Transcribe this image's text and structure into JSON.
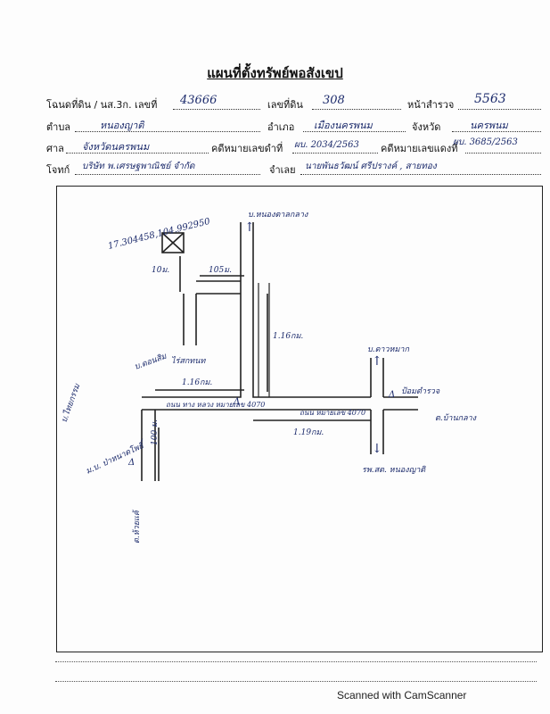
{
  "title": "แผนที่ตั้งทรัพย์พอสังเขป",
  "rows": {
    "row1": {
      "l1": "โฉนดที่ดิน / นส.3ก. เลขที่",
      "v1": "43666",
      "l2": "เลขที่ดิน",
      "v2": "308",
      "l3": "หน้าสำรวจ",
      "v3": "5563"
    },
    "row2": {
      "l1": "ตำบล",
      "v1": "หนองญาติ",
      "l2": "อำเภอ",
      "v2": "เมืองนครพนม",
      "l3": "จังหวัด",
      "v3": "นครพนม"
    },
    "row3": {
      "l1": "ศาล",
      "v1": "จังหวัดนครพนม",
      "l2": "คดีหมายเลขดำที่",
      "v2": "ผบ. 2034/2563",
      "l3": "คดีหมายเลขแดงที่",
      "v3": "ผบ. 3685/2563"
    },
    "row4": {
      "l1": "โจทก์",
      "v1": "บริษัท พ.เศรษฐพาณิชย์ จำกัด",
      "l2": "จำเลย",
      "v2": "นายพันธวัฒน์ ศรีปรางค์ , สายทอง"
    }
  },
  "map": {
    "coords": "17.304458,104.992950",
    "r_north": "บ.หนองตาลกลาง",
    "dist_10m": "10ม.",
    "dist_105m": "105ม.",
    "dist_116_v": "1.16กม.",
    "dist_116_h": "1.16กม.",
    "dist_119": "1.19กม.",
    "dist_100": "100 ม.",
    "village_left": "บ.ดอนสิม",
    "mark_a": "ไร่สกทนท",
    "road_name": "ถนน ทาง หลวง หมายเลข 4070",
    "road_name2": "ถนน หมายเลข 4070",
    "left_place": "บ.ไทยกรรม",
    "lower_left": "ม.บ. ป่าหนาดโพธิ์",
    "bottom": "ต.ห้วยแค้",
    "right_north": "บ.ดาวหมาก",
    "right_mark": "ป้อมตำรวจ",
    "east": "ต.บ้านกลาง",
    "right_lower": "รพ.สต. หนองญาติ",
    "tri1": "Δ",
    "tri2": "Δ",
    "tri3": "Δ",
    "up_arrow": "↑",
    "down_arrow": "↓"
  },
  "scanner": "Scanned with CamScanner"
}
